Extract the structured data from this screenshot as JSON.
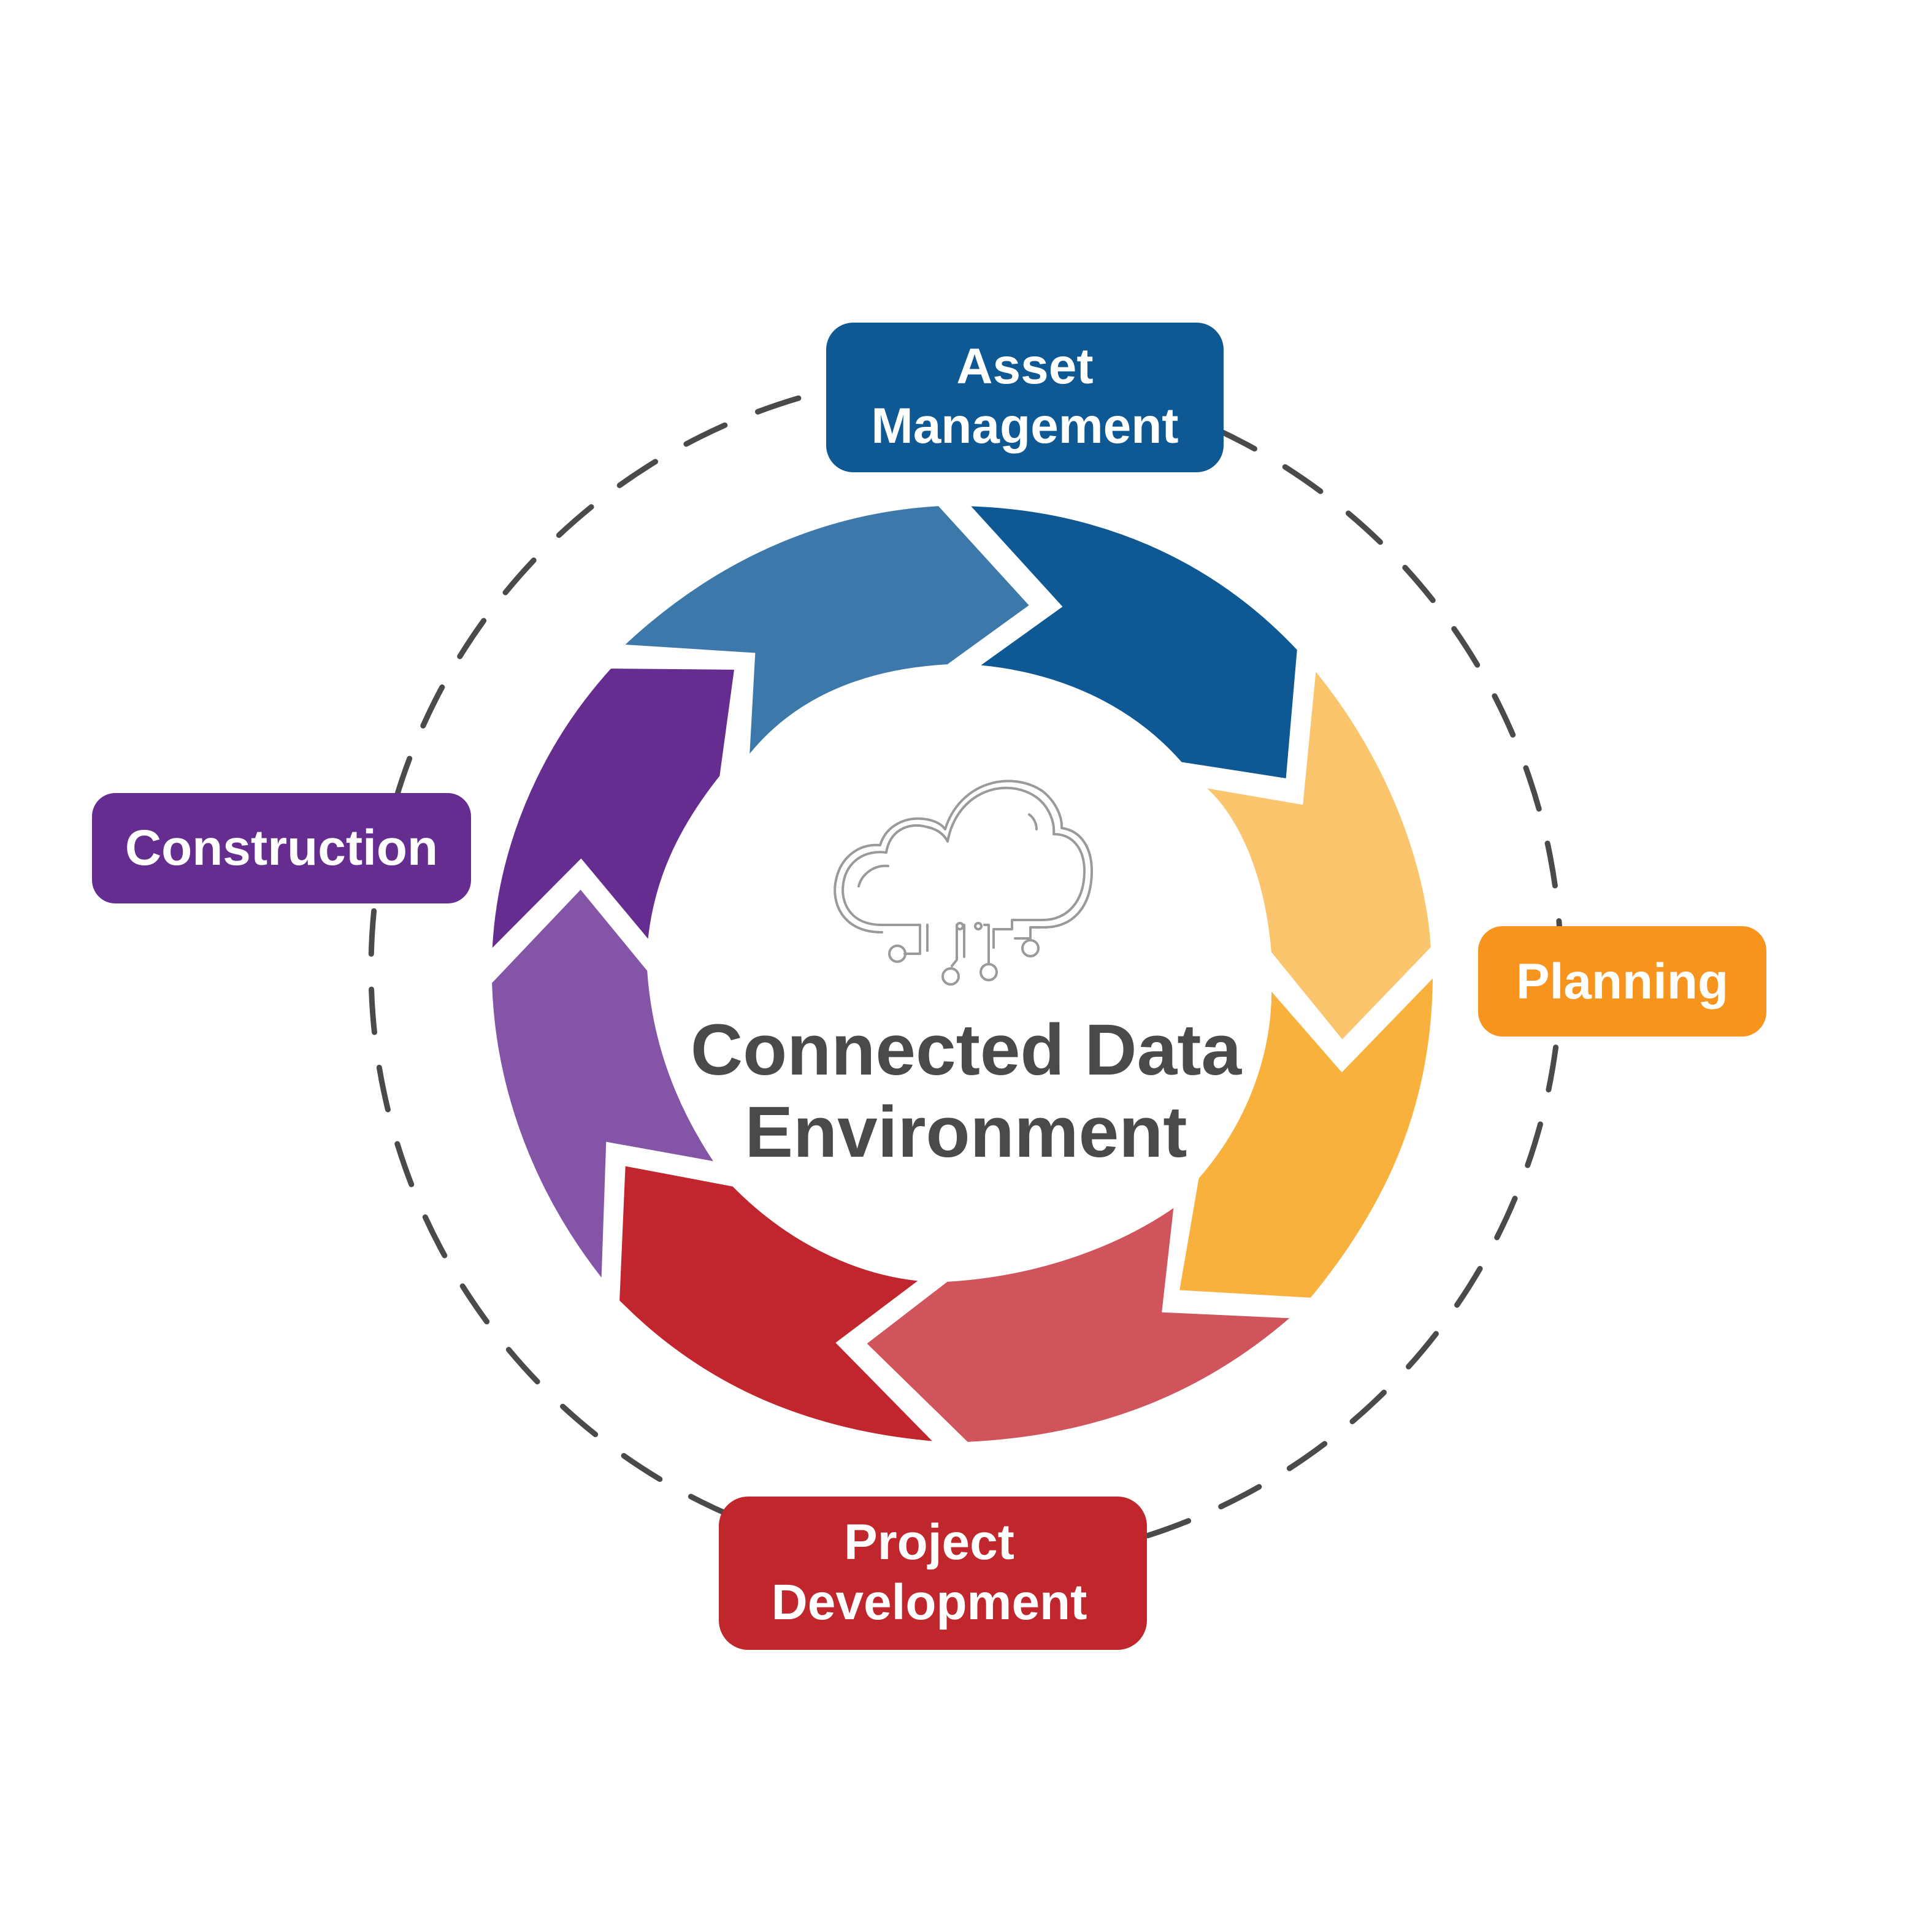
{
  "center": {
    "line1": "Connected Data",
    "line2": "Environment",
    "icon": "cloud-circuit-icon"
  },
  "stages": [
    {
      "id": "asset-management",
      "line1": "Asset",
      "line2": "Management",
      "color": "#0E5893"
    },
    {
      "id": "planning",
      "line1": "Planning",
      "line2": "",
      "color": "#F7941D"
    },
    {
      "id": "project-development",
      "line1": "Project",
      "line2": "Development",
      "color": "#C0272D"
    },
    {
      "id": "construction",
      "line1": "Construction",
      "line2": "",
      "color": "#662D91"
    }
  ],
  "ring_colors": {
    "asset_light": "#3C78AA",
    "asset_dark": "#0E5893",
    "planning_light": "#FBC56D",
    "planning_dark": "#F9B13D",
    "project_light": "#D0545B",
    "project_dark": "#C1262E",
    "construction_light": "#8455A6",
    "construction_dark": "#652D90"
  }
}
